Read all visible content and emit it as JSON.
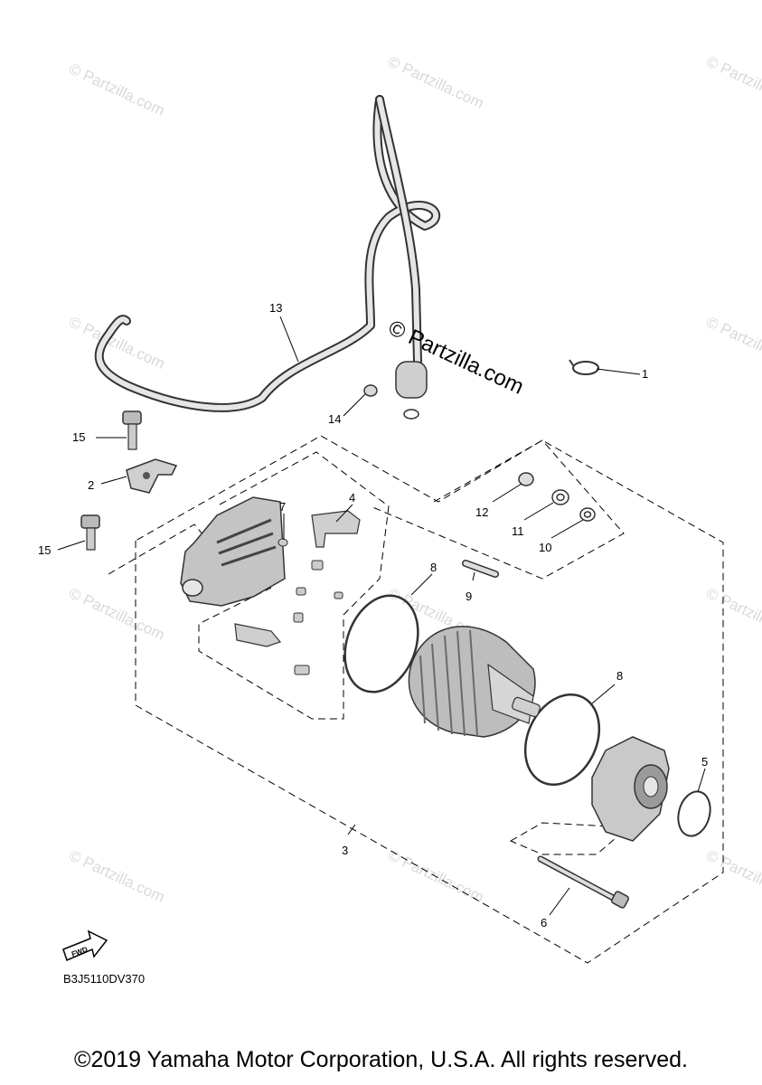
{
  "diagram": {
    "callouts": [
      "1",
      "2",
      "3",
      "4",
      "5",
      "6",
      "7",
      "8",
      "8",
      "9",
      "10",
      "11",
      "12",
      "13",
      "14",
      "15",
      "15"
    ],
    "part_code": "B3J5110DV370",
    "fwd_label": "FWD",
    "watermark": "© Partzilla.com"
  },
  "footer": {
    "copyright": "©2019 Yamaha Motor Corporation, U.S.A. All rights reserved."
  }
}
